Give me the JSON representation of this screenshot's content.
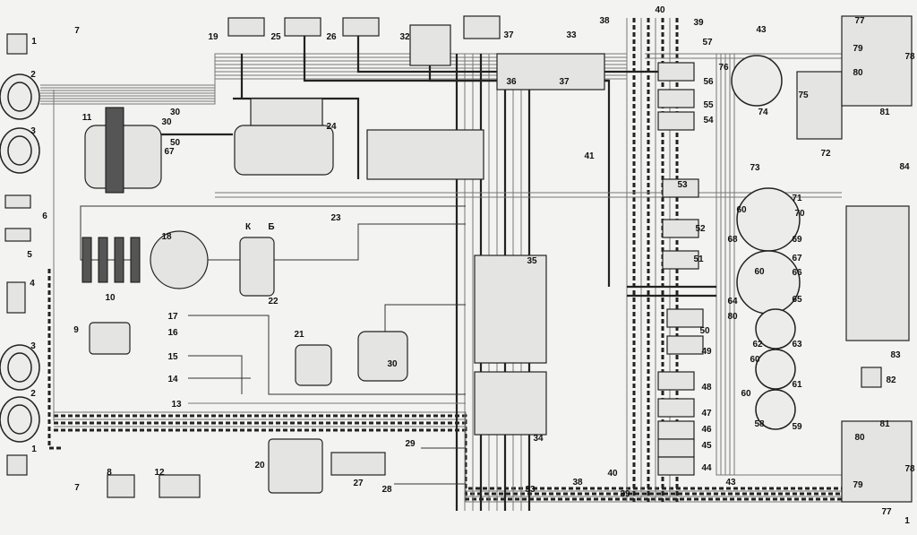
{
  "diagram": {
    "type": "vehicle electrical wiring diagram",
    "labels": [
      "1",
      "7",
      "2",
      "3",
      "11",
      "30",
      "67",
      "19",
      "25",
      "26",
      "32",
      "37",
      "33",
      "38",
      "40",
      "39",
      "43",
      "77",
      "79",
      "80",
      "78",
      "81",
      "57",
      "76",
      "75",
      "74",
      "56",
      "55",
      "54",
      "36",
      "37",
      "24",
      "41",
      "73",
      "72",
      "84",
      "53",
      "71",
      "70",
      "69",
      "60",
      "68",
      "52",
      "67",
      "66",
      "65",
      "64",
      "60",
      "51",
      "80",
      "62",
      "63",
      "50",
      "49",
      "61",
      "60",
      "48",
      "47",
      "46",
      "60",
      "58",
      "59",
      "45",
      "44",
      "35",
      "34",
      "83",
      "82",
      "23",
      "18",
      "К",
      "Б",
      "22",
      "10",
      "9",
      "6",
      "5",
      "4",
      "3",
      "2",
      "1",
      "7",
      "17",
      "16",
      "15",
      "14",
      "13",
      "21",
      "30",
      "8",
      "12",
      "20",
      "27",
      "29",
      "28",
      "33",
      "38",
      "40",
      "39",
      "43",
      "81",
      "80",
      "78",
      "79",
      "77",
      "1"
    ],
    "connector_labels": [
      "30",
      "50"
    ]
  }
}
